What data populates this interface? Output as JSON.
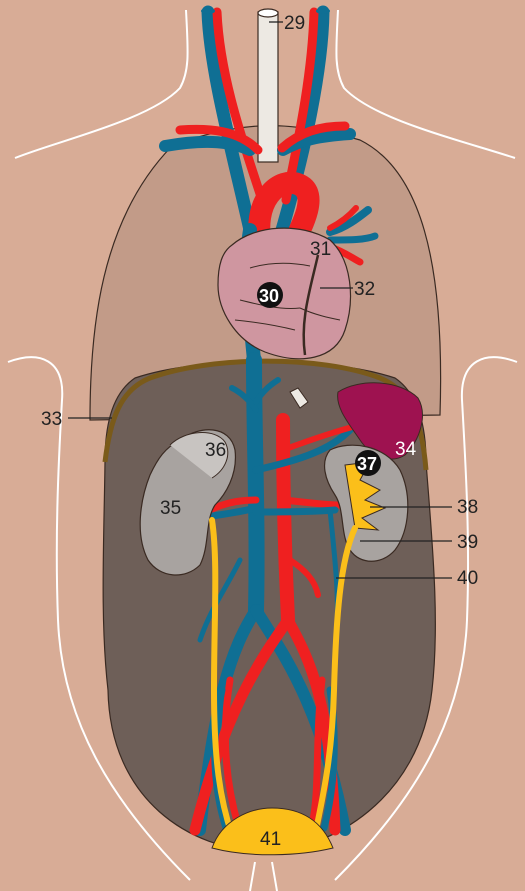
{
  "diagram": {
    "labels": {
      "l29": "29",
      "l30": "30",
      "l31": "31",
      "l32": "32",
      "l33": "33",
      "l34": "34",
      "l35": "35",
      "l36": "36",
      "l37": "37",
      "l38": "38",
      "l39": "39",
      "l40": "40",
      "l41": "41"
    },
    "colors": {
      "background": "#d8ac96",
      "abdomen": "#6e5f58",
      "lungs": "#c29b88",
      "diaphragm": "#7a5a1a",
      "heart": "#cf96a0",
      "artery": "#ef2020",
      "vein": "#0f6f94",
      "ureter": "#fbbf1a",
      "kidney": "#a8a3a0",
      "spleen": "#9e1250",
      "bladder": "#fbbf1a",
      "trachea": "#ede9e3"
    }
  }
}
